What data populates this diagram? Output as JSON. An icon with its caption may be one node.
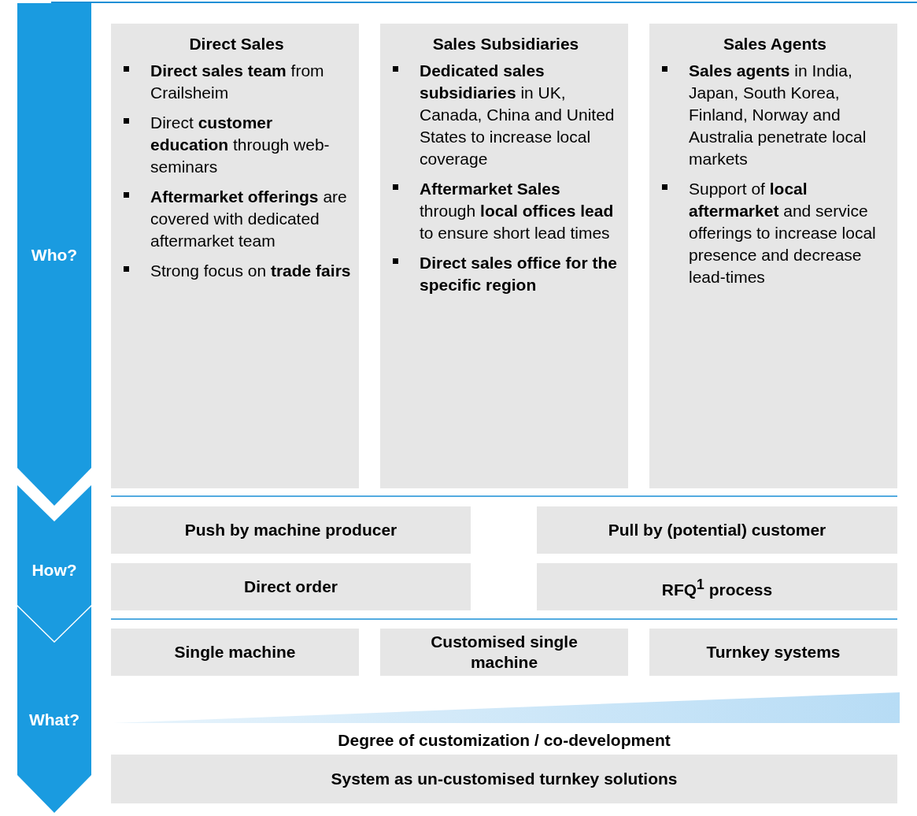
{
  "diagram": {
    "nodes": [
      {
        "text": [
          "Who?"
        ]
      },
      {
        "text": [
          "How?"
        ]
      },
      {
        "text": [
          "What?"
        ]
      },
      {
        "text": [
          "Direct Sales",
          "**Direct sales team** from Crailsheim",
          "Direct **customer education** through web-seminars",
          "**Aftermarket offerings** are covered with dedicated aftermarket team",
          "Strong focus on **trade fairs**"
        ]
      },
      {
        "text": [
          "Sales Subsidiaries",
          "**Dedicated sales subsidiaries** in UK, Canada, China and United States to increase local coverage",
          "**Aftermarket Sales** through **local offices lead** to ensure short lead times",
          "Direct sales office for the specific region"
        ]
      },
      {
        "text": [
          "Sales Agents",
          "**Sales agents** in India, Japan, South Korea, Finland, Norway and Australia penetrate local markets",
          "Support of **local aftermarket** and service offerings to increase local presence and decrease lead-times"
        ]
      },
      {
        "text": [
          "Push by machine producer"
        ]
      },
      {
        "text": [
          "Pull by (potential) customer"
        ]
      },
      {
        "text": [
          "Direct order"
        ]
      },
      {
        "text": [
          "RFQ$^{1}$ process"
        ]
      },
      {
        "text": [
          "Single machine"
        ]
      },
      {
        "text": [
          "Customised single machine"
        ]
      },
      {
        "text": [
          "Turnkey systems"
        ]
      },
      {
        "text": [
          "System as un-customised turnkey solutions"
        ]
      },
      {
        "text": [],
        "shape": "triangle",
        "beside": [
          "Degree of customization / co-development"
        ]
      }
    ]
  }
}
